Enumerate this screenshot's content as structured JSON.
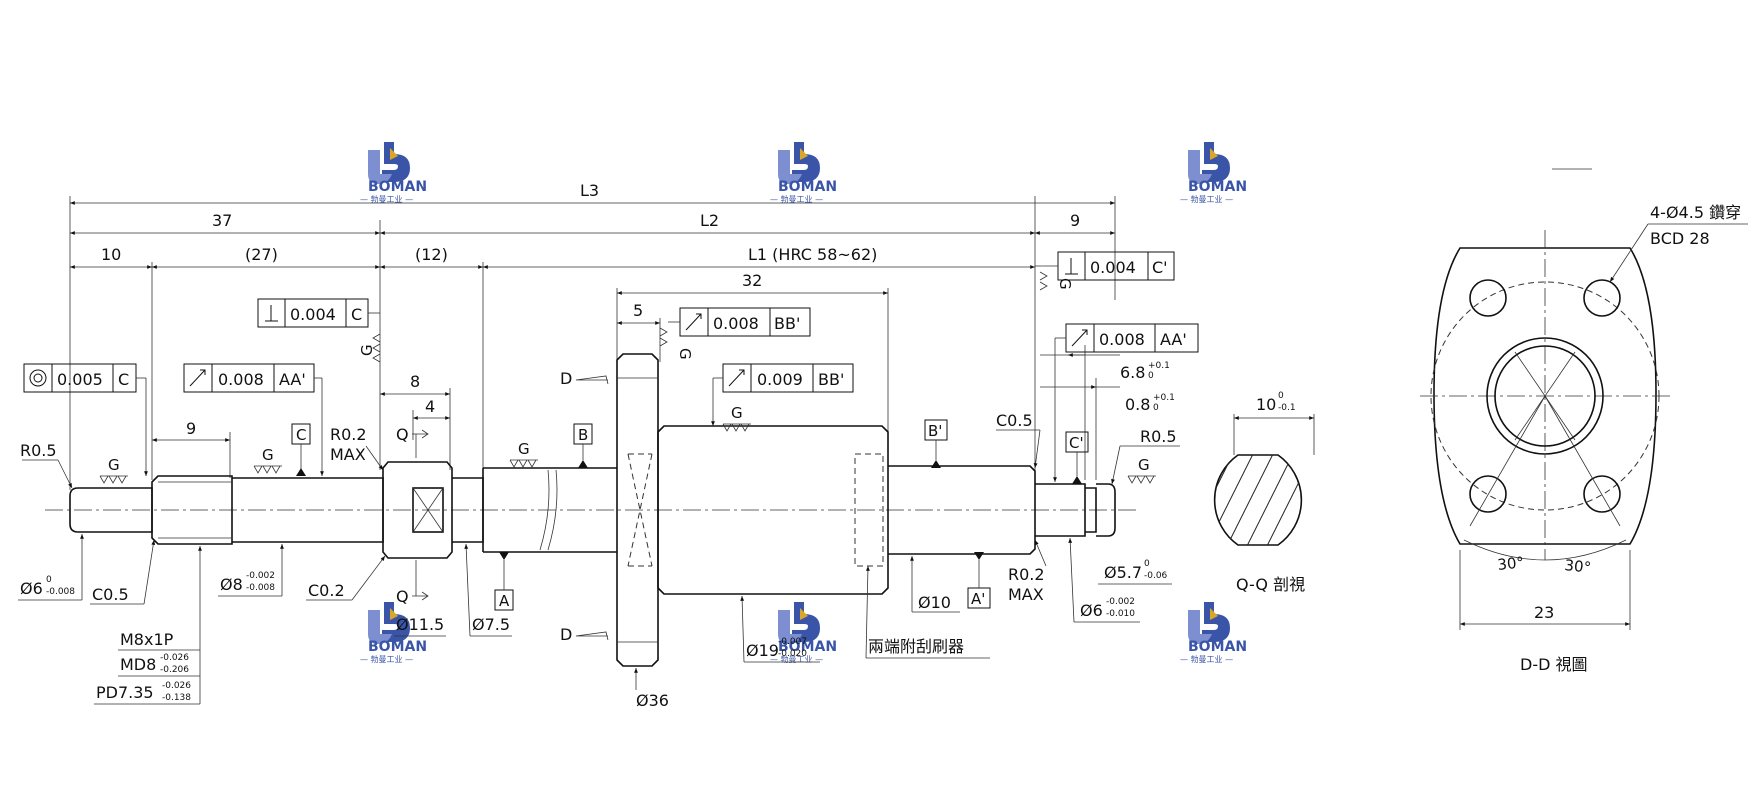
{
  "brand": {
    "name": "BOMAN",
    "subtitle": "— 勃曼工业 —",
    "colors": {
      "blue": "#3a55a8",
      "lightblue": "#7d8fd0"
    }
  },
  "dimensions": {
    "L3": "L3",
    "d37": "37",
    "L2": "L2",
    "d9_right": "9",
    "d10": "10",
    "d27": "(27)",
    "d12": "(12)",
    "L1": "L1 (HRC 58~62)",
    "d32": "32",
    "d5": "5",
    "d8": "8",
    "d4": "4",
    "d9_left": "9",
    "d6_8": "6.8",
    "d6_8_tol_up": "+0.1",
    "d6_8_tol_lo": "0",
    "d0_8": "0.8",
    "d0_8_tol_up": "+0.1",
    "d0_8_tol_lo": "0"
  },
  "tolerances": {
    "perp_c": {
      "value": "0.004",
      "datum": "C"
    },
    "perp_c2": {
      "value": "0.004",
      "datum": "C'"
    },
    "conc_c": {
      "value": "0.005",
      "datum": "C"
    },
    "run_aa_left": {
      "value": "0.008",
      "datum": "AA'"
    },
    "run_bb_flange": {
      "value": "0.008",
      "datum": "BB'"
    },
    "run_bb_nut": {
      "value": "0.009",
      "datum": "BB'"
    },
    "run_aa_right": {
      "value": "0.008",
      "datum": "AA'"
    }
  },
  "labels": {
    "r05_left": "R0.5",
    "r05_right": "R0.5",
    "r02_max_a": "R0.2",
    "max_a": "MAX",
    "r02_max_b": "R0.2",
    "max_b": "MAX",
    "c05_top": "C0.5",
    "c05_bottom": "C0.5",
    "c02": "C0.2",
    "datum_a": "A",
    "datum_a2": "A'",
    "datum_b": "B",
    "datum_b2": "B'",
    "datum_c": "C",
    "datum_c2": "C'",
    "q_top": "Q",
    "q_bottom": "Q",
    "d_top": "D",
    "d_bottom": "D",
    "g": "G",
    "dia6": "Ø6",
    "dia6_tol_up": "0",
    "dia6_tol_lo": "-0.008",
    "dia8": "Ø8",
    "dia8_tol_up": "-0.002",
    "dia8_tol_lo": "-0.008",
    "dia11_5": "Ø11.5",
    "dia7_5": "Ø7.5",
    "dia19": "Ø19",
    "dia19_tol_up": "-0.007",
    "dia19_tol_lo": "-0.020",
    "dia36": "Ø36",
    "dia10": "Ø10",
    "dia5_7": "Ø5.7",
    "dia5_7_tol_up": "0",
    "dia5_7_tol_lo": "-0.06",
    "dia6_r": "Ø6",
    "dia6_r_tol_up": "-0.002",
    "dia6_r_tol_lo": "-0.010",
    "m8": "M8x1P",
    "md8": "MD8",
    "md8_tol_up": "-0.026",
    "md8_tol_lo": "-0.206",
    "pd": "PD7.35",
    "pd_tol_up": "-0.026",
    "pd_tol_lo": "-0.138",
    "wiper": "兩端附刮刷器",
    "qq_width": "10",
    "qq_tol_up": "0",
    "qq_tol_lo": "-0.1",
    "qq_view": "Q-Q 剖視",
    "holes": "4-Ø4.5 鑽穿",
    "bcd": "BCD 28",
    "ang30_l": "30°",
    "ang30_r": "30°",
    "dd_width": "23",
    "dd_view": "D-D 視圖"
  }
}
